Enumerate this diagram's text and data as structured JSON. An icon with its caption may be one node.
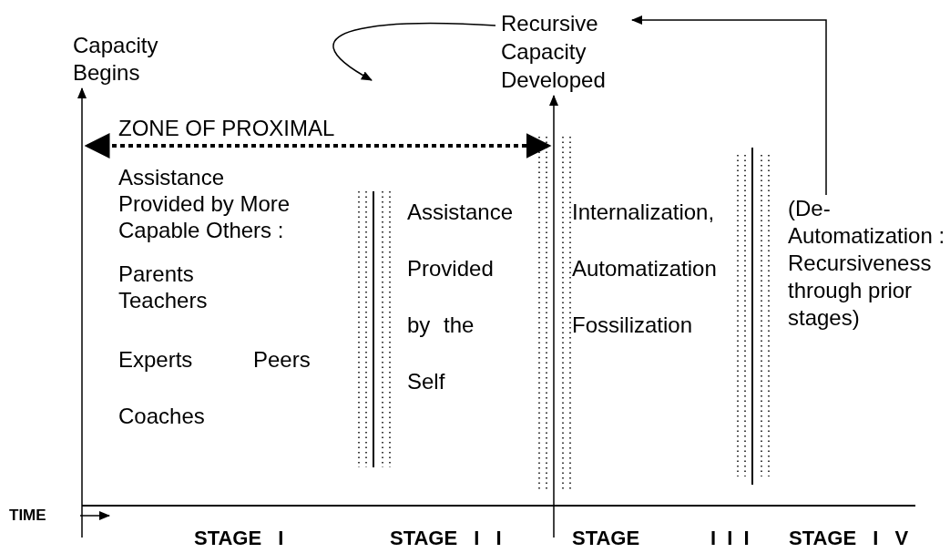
{
  "diagram": {
    "nodes": [
      {
        "text": [
          "Capacity Begins"
        ]
      },
      {
        "text": [
          "Recursive Capacity Developed"
        ]
      },
      {
        "text": [
          "(De- Automatization : Recursiveness through prior stages)"
        ]
      }
    ],
    "edges": [
      {
        "from": null,
        "to": 0,
        "arrow": "to"
      },
      {
        "from": null,
        "to": 1,
        "arrow": "to"
      },
      {
        "from": 2,
        "to": 1,
        "arrow": "to"
      },
      {
        "from": 1,
        "to": null,
        "arrow": "to"
      }
    ],
    "labels": [
      "ZONE OF PROXIMAL",
      "Assistance Provided by More Capable Others :",
      "Parents Teachers",
      "Experts",
      "Peers",
      "Coaches",
      "Assistance",
      "Provided",
      "by the",
      "Self",
      "Internalization,",
      "Automatization",
      "Fossilization",
      "TIME",
      "STAGE I",
      "STAGE I I",
      "STAGE",
      "I I I",
      "STAGE I V"
    ]
  }
}
